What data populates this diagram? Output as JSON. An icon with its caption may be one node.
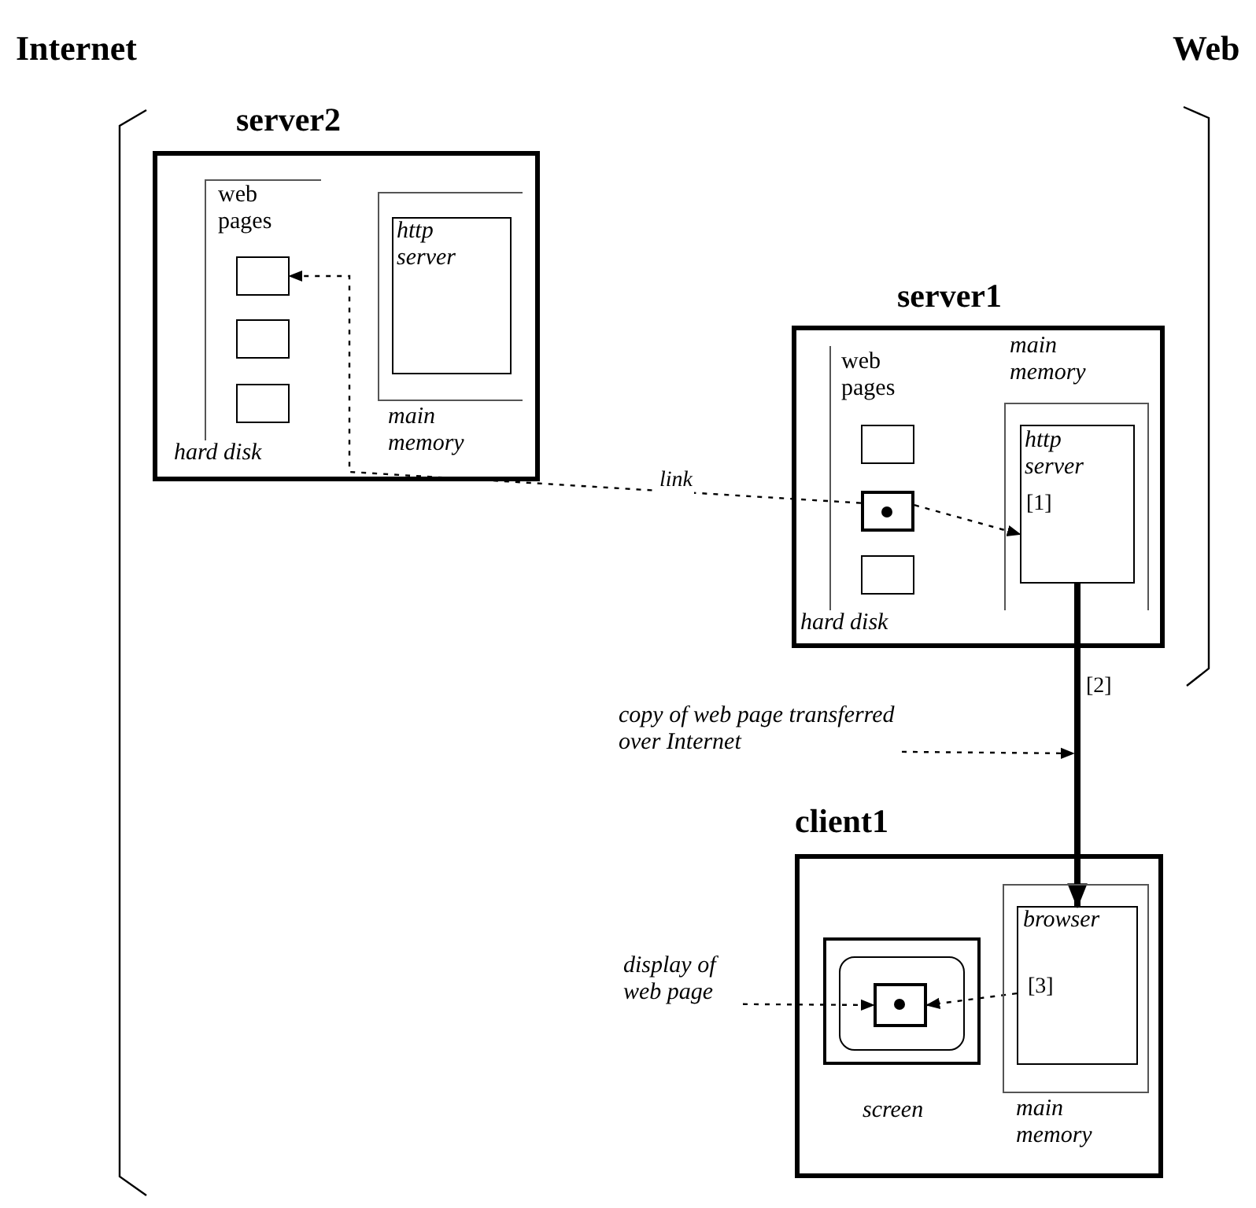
{
  "diagram": {
    "nodes": [
      {
        "text": [
          "server2"
        ]
      },
      {
        "text": [
          "web pages",
          "hard disk"
        ],
        "in": 0
      },
      {
        "text": [],
        "shape": "box",
        "in": 1
      },
      {
        "text": [],
        "shape": "box",
        "in": 1
      },
      {
        "text": [],
        "shape": "box",
        "in": 1
      },
      {
        "text": [
          "main memory"
        ],
        "in": 0
      },
      {
        "text": [
          "http server"
        ],
        "in": 5
      },
      {
        "text": [
          "server1"
        ]
      },
      {
        "text": [
          "web pages",
          "hard disk"
        ],
        "in": 7
      },
      {
        "text": [],
        "shape": "box",
        "in": 8
      },
      {
        "text": [],
        "shape": "box",
        "in": 8
      },
      {
        "text": [],
        "shape": "box",
        "in": 8
      },
      {
        "text": [
          "main memory"
        ],
        "in": 7
      },
      {
        "text": [
          "http server"
        ],
        "in": 12
      },
      {
        "text": [
          "client1"
        ]
      },
      {
        "text": [
          "screen"
        ],
        "in": 14
      },
      {
        "text": [],
        "shape": "box",
        "in": 15
      },
      {
        "text": [],
        "shape": "box",
        "in": 16
      },
      {
        "text": [
          "main memory"
        ],
        "in": 14
      },
      {
        "text": [
          "browser"
        ],
        "in": 18
      },
      {
        "text": [
          "copy of web page transferred over Internet"
        ]
      },
      {
        "text": [
          "display of web page"
        ]
      }
    ],
    "edges": [
      {
        "from": 10,
        "to": 2,
        "arrow": "to",
        "label": "link",
        "style": "dashed"
      },
      {
        "from": 10,
        "to": 13,
        "arrow": "to",
        "label": "[1]",
        "style": "dashed"
      },
      {
        "from": 13,
        "to": 19,
        "arrow": "to",
        "label": "[2]",
        "style": "thick"
      },
      {
        "from": 19,
        "to": 17,
        "arrow": "to",
        "label": "[3]",
        "style": "dashed"
      },
      {
        "from": 20,
        "to": null,
        "arrow": "to",
        "style": "dashed"
      },
      {
        "from": 21,
        "to": 17,
        "arrow": "to",
        "style": "dashed"
      }
    ],
    "labels": [
      "Internet",
      "Web"
    ]
  }
}
